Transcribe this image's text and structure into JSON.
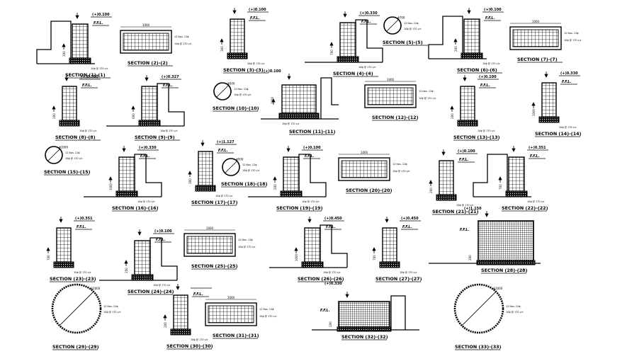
{
  "drawing": {
    "caption_prefix": "SECTION",
    "ffl_label": "F.F.L.",
    "note_bars": "12 Nos. 12ϕ",
    "note_ties": "10ϕ @ 170 c/c",
    "note_extra": "(+)0.100 TOP (TYP)"
  },
  "sections": [
    {
      "id": "1-1",
      "kind": "wall",
      "level": "(+)0.100",
      "dim": "200",
      "caption": "SECTION (1)-(1)"
    },
    {
      "id": "2-2",
      "kind": "plan_rect",
      "dim": "1000",
      "caption": "SECTION (2)-(2)"
    },
    {
      "id": "3-3",
      "kind": "column",
      "level": "(+)0.100",
      "dim": "300",
      "caption": "SECTION (3)-(3)"
    },
    {
      "id": "4-4",
      "kind": "wall",
      "level": "(+)0.330",
      "dim": "700",
      "caption": "SECTION (4)-(4)"
    },
    {
      "id": "5-5",
      "kind": "plan_circle",
      "dim": "ϕ700",
      "caption": "SECTION (5)-(5)"
    },
    {
      "id": "6-6",
      "kind": "wall",
      "level": "(+)0.100",
      "dim": "200",
      "caption": "SECTION (6)-(6)"
    },
    {
      "id": "7-7",
      "kind": "plan_rect",
      "dim": "1000",
      "caption": "SECTION (7)-(7)"
    },
    {
      "id": "8-8",
      "kind": "column",
      "level": "(+)0.100",
      "dim": "200",
      "caption": "SECTION (8)-(8)"
    },
    {
      "id": "9-9",
      "kind": "wall",
      "level": "(+)0.327",
      "dim": "600",
      "caption": "SECTION (9)-(9)"
    },
    {
      "id": "10-10",
      "kind": "plan_circle",
      "dim": "ϕ500",
      "caption": "SECTION (10)-(10)"
    },
    {
      "id": "11-11",
      "kind": "wide",
      "level": "(+)0.100",
      "dim": "1000",
      "caption": "SECTION (11)-(11)"
    },
    {
      "id": "12-12",
      "kind": "plan_rect",
      "dim": "1000",
      "caption": "SECTION (12)-(12)"
    },
    {
      "id": "13-13",
      "kind": "column",
      "level": "(+)0.100",
      "dim": "200",
      "caption": "SECTION (13)-(13)"
    },
    {
      "id": "14-14",
      "kind": "column",
      "level": "(+)0.330",
      "dim": "1000",
      "caption": "SECTION (14)-(14)"
    },
    {
      "id": "15-15",
      "kind": "plan_circle",
      "dim": "ϕ1000",
      "caption": "SECTION (15)-(15)"
    },
    {
      "id": "16-16",
      "kind": "wall",
      "level": "(+)0.330",
      "dim": "1000",
      "caption": "SECTION (16)-(16)"
    },
    {
      "id": "17-17",
      "kind": "column",
      "level": "(+)1.127",
      "dim": "300",
      "caption": "SECTION (17)-(17)"
    },
    {
      "id": "18-18",
      "kind": "plan_circle",
      "dim": "ϕ500",
      "caption": "SECTION (18)-(18)"
    },
    {
      "id": "19-19",
      "kind": "wall",
      "level": "(+)0.100",
      "dim": "200",
      "caption": "SECTION (19)-(19)"
    },
    {
      "id": "20-20",
      "kind": "plan_rect",
      "dim": "1000",
      "caption": "SECTION (20)-(20)"
    },
    {
      "id": "21-21",
      "kind": "column",
      "level": "(+)0.100",
      "dim": "200",
      "caption": "SECTION (21)-(21)"
    },
    {
      "id": "22-22",
      "kind": "wall",
      "level": "(+)0.351",
      "dim": "700",
      "caption": "SECTION (22)-(22)"
    },
    {
      "id": "23-23",
      "kind": "column",
      "level": "(+)0.351",
      "dim": "700",
      "caption": "SECTION (23)-(23)"
    },
    {
      "id": "24-24",
      "kind": "wall",
      "level": "(+)0.100",
      "dim": "250",
      "caption": "SECTION (24)-(24)"
    },
    {
      "id": "25-25",
      "kind": "plan_rect",
      "dim": "1000",
      "caption": "SECTION (25)-(25)"
    },
    {
      "id": "26-26",
      "kind": "wall",
      "level": "(+)0.450",
      "dim": "1000",
      "caption": "SECTION (26)-(26)"
    },
    {
      "id": "27-27",
      "kind": "column",
      "level": "(+)0.450",
      "dim": "700",
      "caption": "SECTION (27)-(27)"
    },
    {
      "id": "28-28",
      "kind": "tank",
      "level": "(+)1.150",
      "dim": "200",
      "caption": "SECTION (28)-(28)"
    },
    {
      "id": "29-29",
      "kind": "plan_circle",
      "dim": "ϕ2000",
      "caption": "SECTION (29)-(29)"
    },
    {
      "id": "30-30",
      "kind": "column",
      "level": "",
      "dim": "200",
      "caption": "SECTION (30)-(30)"
    },
    {
      "id": "31-31",
      "kind": "plan_rect",
      "dim": "1000",
      "caption": "SECTION (31)-(31)"
    },
    {
      "id": "32-32",
      "kind": "tank",
      "level": "(+)0.330",
      "dim": "200",
      "caption": "SECTION (32)-(32)"
    },
    {
      "id": "33-33",
      "kind": "plan_circle",
      "dim": "ϕ2000",
      "caption": "SECTION (33)-(33)"
    }
  ]
}
